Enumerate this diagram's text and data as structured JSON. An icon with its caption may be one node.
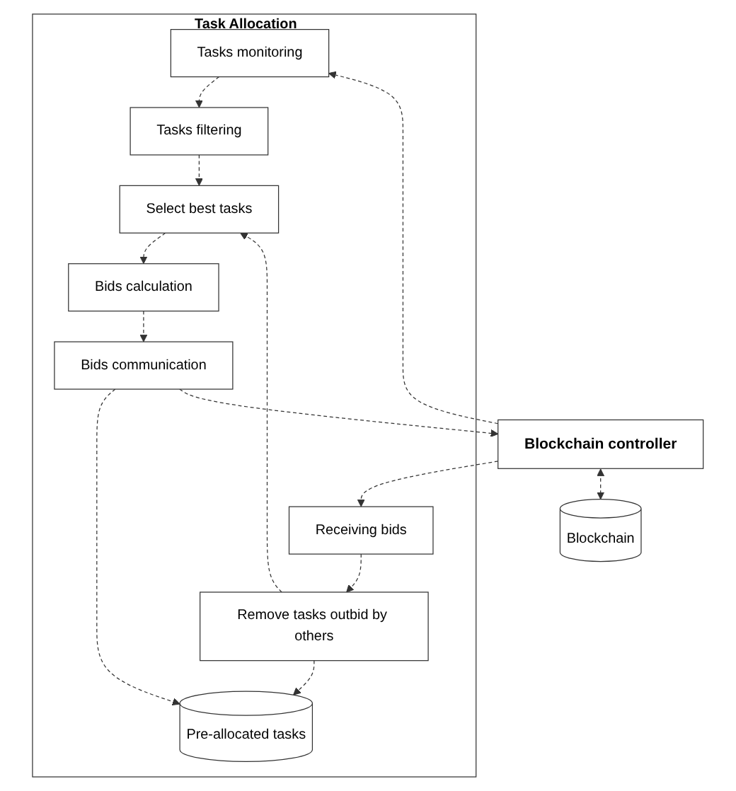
{
  "diagram": {
    "nodes": [
      {
        "text": [
          "Task Allocation"
        ]
      },
      {
        "text": [
          "Tasks monitoring"
        ],
        "in": 0
      },
      {
        "text": [
          "Tasks filtering"
        ],
        "in": 0
      },
      {
        "text": [
          "Receiving bids"
        ],
        "in": 0
      },
      {
        "text": [
          "Select best tasks"
        ],
        "in": 0
      },
      {
        "text": [
          "Remove tasks outbid by others"
        ],
        "in": 0
      },
      {
        "text": [
          "Bids calculation"
        ],
        "in": 0
      },
      {
        "text": [
          "Pre-allocated tasks"
        ],
        "in": 0
      },
      {
        "text": [
          "Bids communication"
        ],
        "in": 0
      },
      {
        "text": [
          "Blockchain controller"
        ]
      },
      {
        "text": [
          "Blockchain"
        ]
      }
    ],
    "edges": [
      {
        "from": 1,
        "to": 2,
        "arrow": "to",
        "style": "dashed"
      },
      {
        "from": 2,
        "to": 4,
        "arrow": "to",
        "style": "dashed"
      },
      {
        "from": 4,
        "to": 6,
        "arrow": "to",
        "style": "dashed"
      },
      {
        "from": 6,
        "to": 8,
        "arrow": "to",
        "style": "dashed"
      },
      {
        "from": 3,
        "to": 5,
        "arrow": "to",
        "style": "dashed"
      },
      {
        "from": 5,
        "to": 4,
        "arrow": "to",
        "style": "dashed"
      },
      {
        "from": 5,
        "to": 7,
        "arrow": "to",
        "style": "dashed"
      },
      {
        "from": 8,
        "to": 7,
        "arrow": "to",
        "style": "dashed"
      },
      {
        "from": 8,
        "to": 9,
        "arrow": "to",
        "style": "dashed"
      },
      {
        "from": 9,
        "to": 1,
        "arrow": "to",
        "style": "dashed"
      },
      {
        "from": 9,
        "to": 3,
        "arrow": "to",
        "style": "dashed"
      },
      {
        "from": 9,
        "to": 10,
        "arrow": "both",
        "style": "dashed"
      }
    ]
  }
}
